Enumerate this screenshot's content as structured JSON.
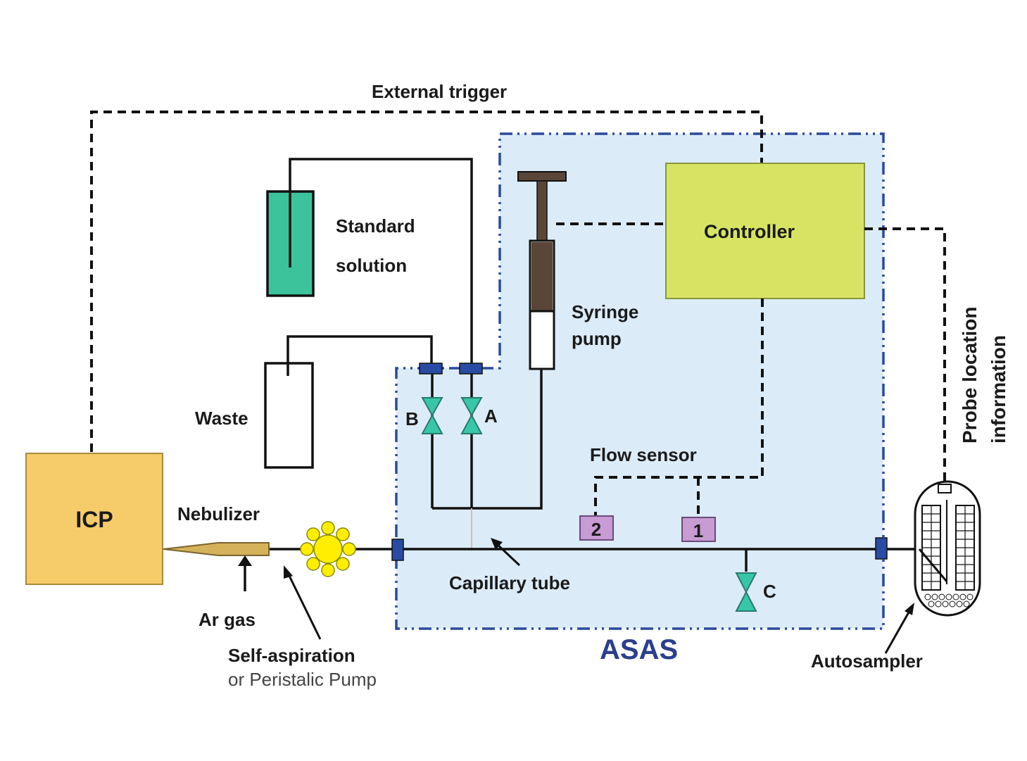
{
  "labels": {
    "external_trigger": "External trigger",
    "standard_line1": "Standard",
    "standard_line2": "solution",
    "controller": "Controller",
    "syringe_line1": "Syringe",
    "syringe_line2": "pump",
    "waste": "Waste",
    "valve_b": "B",
    "valve_a": "A",
    "valve_c": "C",
    "flow_sensor": "Flow sensor",
    "sensor_2": "2",
    "sensor_1": "1",
    "icp": "ICP",
    "nebulizer": "Nebulizer",
    "capillary_tube": "Capillary tube",
    "ar_gas": "Ar gas",
    "self_aspiration": "Self-aspiration",
    "peristalic": "or Peristalic Pump",
    "asas": "ASAS",
    "autosampler": "Autosampler",
    "probe_line1": "Probe location",
    "probe_line2": "information"
  },
  "colors": {
    "asas_fill": "#dcebf8",
    "asas_border": "#2b4a9a",
    "controller_fill": "#d7e463",
    "icp_fill": "#f6cc6a",
    "standard_fill": "#3cc39b",
    "valve_fill": "#38c6a8",
    "sensor_fill": "#c89bd3",
    "connector_fill": "#2a4ba3",
    "pump_fill": "#ffee00",
    "syringe_plunger": "#5a4638",
    "nebulizer_fill": "#d5b25a"
  }
}
